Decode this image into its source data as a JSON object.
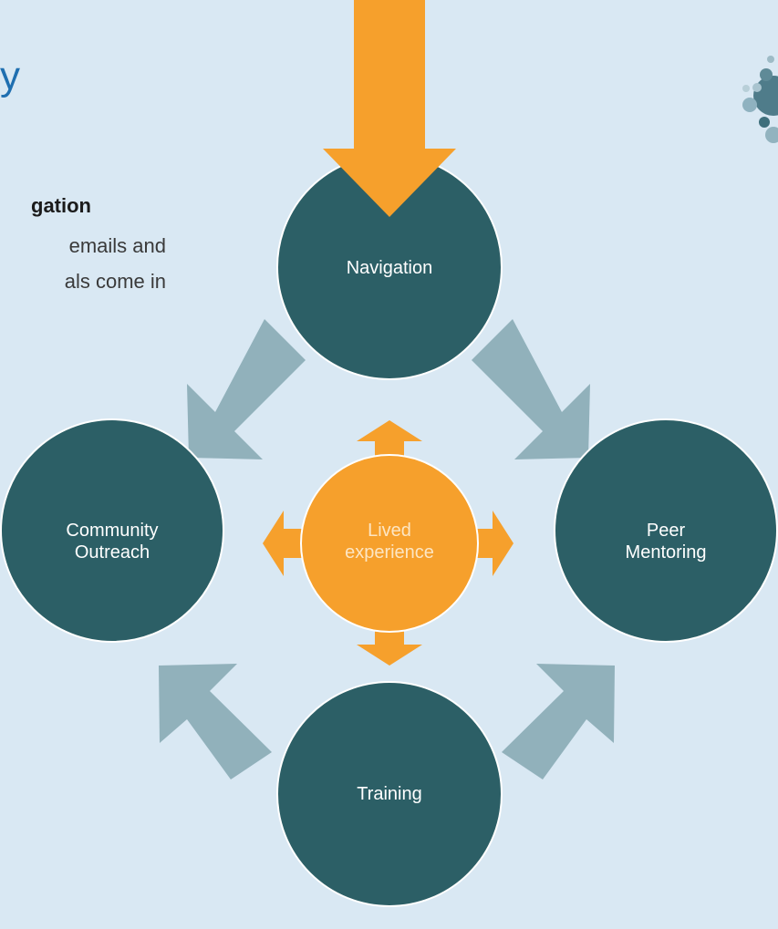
{
  "slide": {
    "title_fragment": "y",
    "heading_fragment": "gation",
    "body_line_1": "emails and",
    "body_line_2": "als come in"
  },
  "diagram": {
    "nodes": {
      "top": "Navigation",
      "left": "Community\nOutreach",
      "right": "Peer\nMentoring",
      "bottom": "Training",
      "center": "Lived\nexperience"
    }
  },
  "colors": {
    "background": "#d9e8f3",
    "node_teal": "#2c5f66",
    "center_orange": "#f6a02c",
    "arrow_blue_grey": "#91b1bb",
    "title_blue": "#1f6fb0"
  },
  "icons": {
    "logo": "dots-cluster-logo"
  }
}
